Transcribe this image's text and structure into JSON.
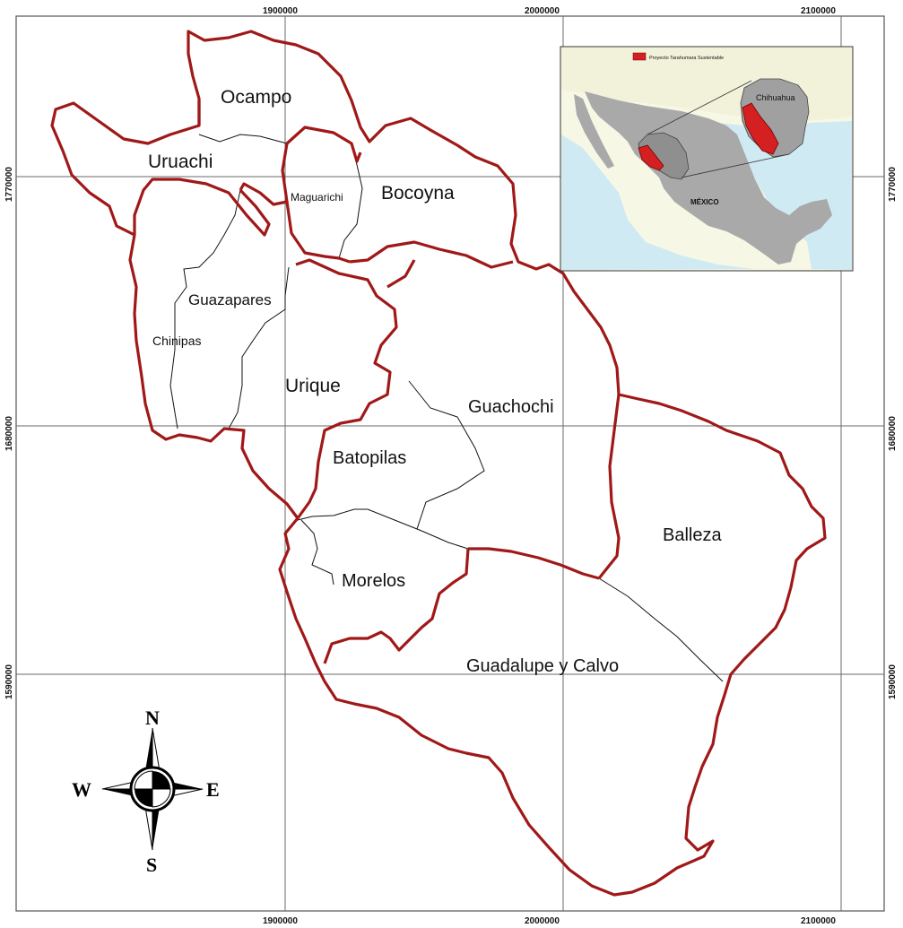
{
  "coordinate_ticks": {
    "x": [
      "1900000",
      "2000000",
      "2100000"
    ],
    "y": [
      "1770000",
      "1680000",
      "1590000"
    ]
  },
  "municipalities": [
    "Ocampo",
    "Uruachi",
    "Maguarichi",
    "Bocoyna",
    "Guazapares",
    "Chinipas",
    "Urique",
    "Guachochi",
    "Batopilas",
    "Balleza",
    "Morelos",
    "Guadalupe y Calvo"
  ],
  "inset": {
    "legend_label": "Proyecto Tarahumara Sustentable",
    "state_label": "Chihuahua",
    "country_label": "MÉXICO"
  },
  "compass": {
    "n": "N",
    "s": "S",
    "e": "E",
    "w": "W"
  },
  "colors": {
    "boundary": "#a01818",
    "inner_line": "#111111",
    "grid": "#6a6a6a",
    "inset_water": "#cfeaf2",
    "inset_land": "#a9a9a9",
    "inset_highlight": "#d42020"
  }
}
